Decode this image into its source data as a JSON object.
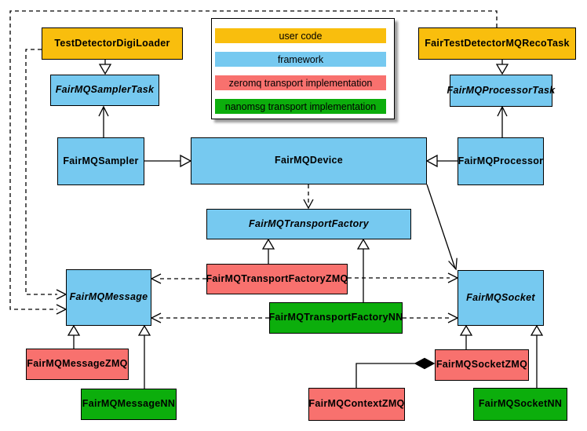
{
  "diagram": {
    "kind": "uml-class-diagram",
    "subject": "FairMQ framework classes and transport implementations"
  },
  "nodes": {
    "digi_loader": {
      "label": "TestDetectorDigiLoader"
    },
    "reco_task": {
      "label": "FairTestDetectorMQRecoTask"
    },
    "sampler_task": {
      "label": "FairMQSamplerTask"
    },
    "processor_task": {
      "label": "FairMQProcessorTask"
    },
    "sampler": {
      "label": "FairMQSampler"
    },
    "device": {
      "label": "FairMQDevice"
    },
    "processor": {
      "label": "FairMQProcessor"
    },
    "transport_factory": {
      "label": "FairMQTransportFactory"
    },
    "tf_zmq": {
      "label": "FairMQTransportFactoryZMQ"
    },
    "tf_nn": {
      "label": "FairMQTransportFactoryNN"
    },
    "message": {
      "label": "FairMQMessage"
    },
    "socket": {
      "label": "FairMQSocket"
    },
    "message_zmq": {
      "label": "FairMQMessageZMQ"
    },
    "message_nn": {
      "label": "FairMQMessageNN"
    },
    "context_zmq": {
      "label": "FairMQContextZMQ"
    },
    "socket_zmq": {
      "label": "FairMQSocketZMQ"
    },
    "socket_nn": {
      "label": "FairMQSocketNN"
    }
  },
  "legend": {
    "items": [
      {
        "label": "user code",
        "color": "#F9BE0D"
      },
      {
        "label": "framework",
        "color": "#76C9F0"
      },
      {
        "label": "zeromq transport implementation",
        "color": "#F8716E"
      },
      {
        "label": "nanomsg transport implementation",
        "color": "#0CAE0C"
      }
    ]
  },
  "colors": {
    "user_code": "#F9BE0D",
    "framework": "#76C9F0",
    "zeromq": "#F8716E",
    "nanomsg": "#0CAE0C",
    "connector": "#000000",
    "background": "#FFFFFF"
  },
  "edges": [
    {
      "from": "TestDetectorDigiLoader",
      "to": "FairMQSamplerTask",
      "type": "inheritance",
      "line": "solid"
    },
    {
      "from": "FairMQSampler",
      "to": "FairMQSamplerTask",
      "type": "association",
      "line": "solid"
    },
    {
      "from": "FairTestDetectorMQRecoTask",
      "to": "FairMQProcessorTask",
      "type": "inheritance",
      "line": "solid"
    },
    {
      "from": "FairMQProcessor",
      "to": "FairMQProcessorTask",
      "type": "association",
      "line": "solid"
    },
    {
      "from": "FairMQSampler",
      "to": "FairMQDevice",
      "type": "inheritance",
      "line": "solid"
    },
    {
      "from": "FairMQProcessor",
      "to": "FairMQDevice",
      "type": "inheritance",
      "line": "solid"
    },
    {
      "from": "FairMQDevice",
      "to": "FairMQTransportFactory",
      "type": "dependency",
      "line": "dashed"
    },
    {
      "from": "FairMQDevice",
      "to": "FairMQSocket",
      "type": "association",
      "line": "solid"
    },
    {
      "from": "FairMQTransportFactoryZMQ",
      "to": "FairMQTransportFactory",
      "type": "inheritance",
      "line": "solid"
    },
    {
      "from": "FairMQTransportFactoryNN",
      "to": "FairMQTransportFactory",
      "type": "inheritance",
      "line": "solid"
    },
    {
      "from": "FairMQTransportFactoryZMQ",
      "to": "FairMQMessage",
      "type": "dependency",
      "line": "dashed"
    },
    {
      "from": "FairMQTransportFactoryZMQ",
      "to": "FairMQSocket",
      "type": "dependency",
      "line": "dashed"
    },
    {
      "from": "FairMQTransportFactoryNN",
      "to": "FairMQMessage",
      "type": "dependency",
      "line": "dashed"
    },
    {
      "from": "FairMQTransportFactoryNN",
      "to": "FairMQSocket",
      "type": "dependency",
      "line": "dashed"
    },
    {
      "from": "TestDetectorDigiLoader",
      "to": "FairMQMessage",
      "type": "dependency",
      "line": "dashed"
    },
    {
      "from": "FairTestDetectorMQRecoTask",
      "to": "FairMQMessage",
      "type": "dependency",
      "line": "dashed"
    },
    {
      "from": "FairMQMessageZMQ",
      "to": "FairMQMessage",
      "type": "inheritance",
      "line": "solid"
    },
    {
      "from": "FairMQMessageNN",
      "to": "FairMQMessage",
      "type": "inheritance",
      "line": "solid"
    },
    {
      "from": "FairMQSocketZMQ",
      "to": "FairMQSocket",
      "type": "inheritance",
      "line": "solid"
    },
    {
      "from": "FairMQSocketNN",
      "to": "FairMQSocket",
      "type": "inheritance",
      "line": "solid"
    },
    {
      "from": "FairMQContextZMQ",
      "to": "FairMQSocketZMQ",
      "type": "composition",
      "line": "solid"
    }
  ]
}
